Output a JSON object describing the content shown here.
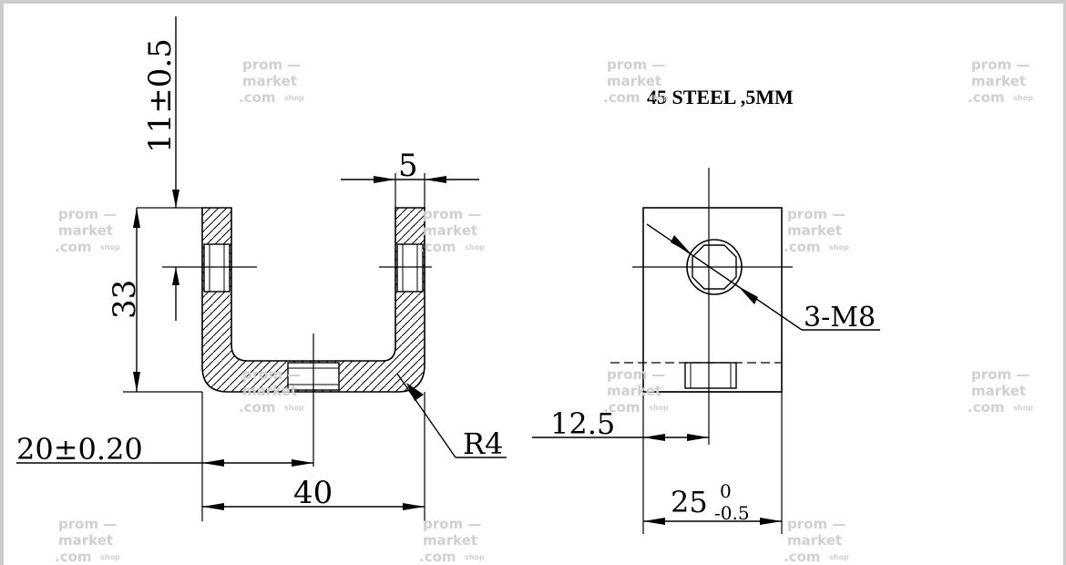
{
  "title_note": "45 STEEL ,5MM",
  "dimensions": {
    "height_tol": "11±0.5",
    "thickness": "5",
    "height": "33",
    "radius": "R4",
    "hole_offset": "20±0.20",
    "width": "40",
    "hole_spec": "3-M8",
    "side_offset": "12.5",
    "depth_base": "25",
    "depth_tol_upper": "0",
    "depth_tol_lower": "-0.5"
  },
  "watermark": {
    "line1": "prom",
    "line2": "market",
    "line3": ".com",
    "suffix": "shop"
  },
  "colors": {
    "line": "#000000",
    "watermark": "#d0d0d0",
    "frame": "#cccccc"
  }
}
